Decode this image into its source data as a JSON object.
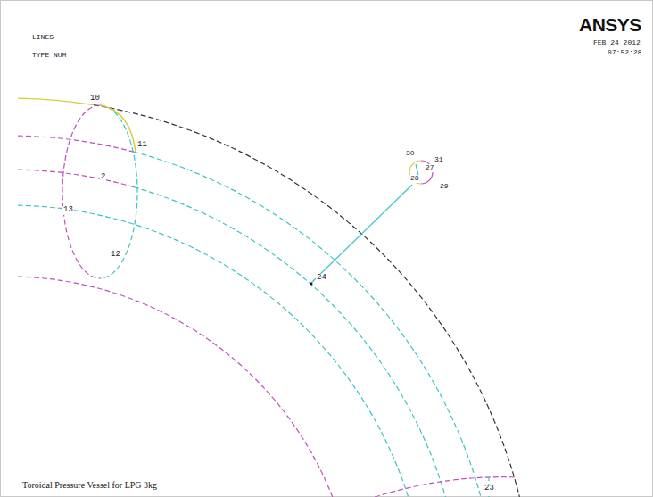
{
  "diagram": {
    "caption": "Toroidal Pressure Vessel for LPG 3kg",
    "labels": [
      "LINES",
      "TYPE NUM",
      "ANSYS",
      "FEB 24 2012",
      "07:52:28",
      "10",
      "11",
      "2",
      "13",
      "12",
      "24",
      "30",
      "31",
      "27",
      "28",
      "29",
      "23"
    ]
  }
}
